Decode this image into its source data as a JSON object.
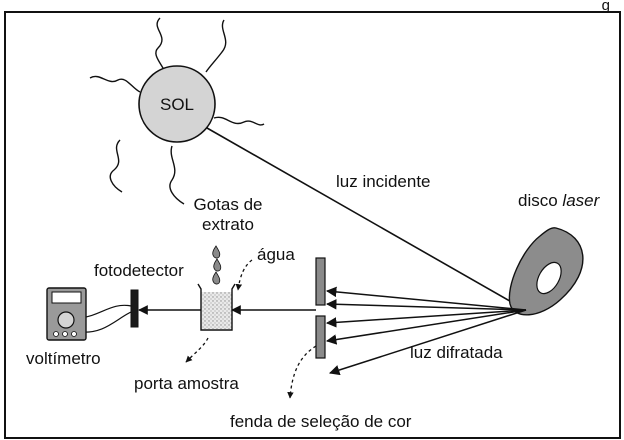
{
  "diagram": {
    "top_right_text": "g",
    "sun_label": "SOL",
    "incident_light": "luz incidente",
    "disc_label_prefix": "disco ",
    "disc_label_italic": "laser",
    "drops_label_line1": "Gotas de",
    "drops_label_line2": "extrato",
    "water_label": "água",
    "photodetector_label": "fotodetector",
    "voltmeter_label": "voltímetro",
    "sample_holder_label": "porta amostra",
    "diffracted_light": "luz difratada",
    "slit_label": "fenda de seleção de cor"
  },
  "colors": {
    "sun_fill": "#d4d4d4",
    "disc_fill": "#8c8c8c",
    "sample_fill": "#e6e6e6",
    "slit_fill": "#8a8a8a",
    "voltmeter_fill": "#9a9a9a",
    "detector_fill": "#1a1a1a"
  }
}
